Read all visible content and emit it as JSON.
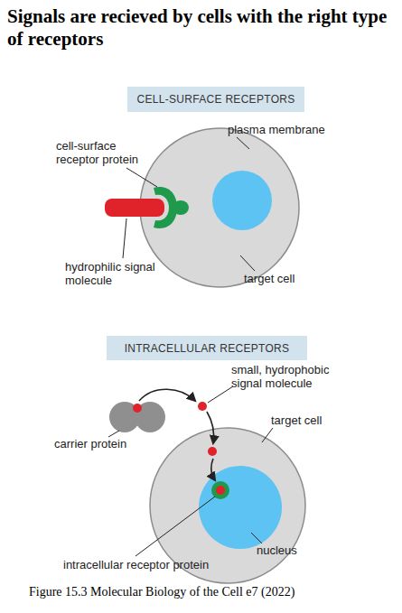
{
  "diagram": {
    "title": "Signals are recieved by cells with the right type of receptors",
    "caption": "Figure 15.3 Molecular Biology of the Cell e7 (2022)",
    "nodes": [
      {
        "text": [
          "CELL-SURFACE RECEPTORS"
        ]
      },
      {
        "text": [
          "INTRACELLULAR RECEPTORS"
        ]
      }
    ],
    "labels": [
      "cell-surface receptor protein",
      "plasma membrane",
      "hydrophilic signal molecule",
      "target cell",
      "small, hydrophobic signal molecule",
      "carrier protein",
      "target cell",
      "nucleus",
      "intracellular receptor protein"
    ]
  }
}
